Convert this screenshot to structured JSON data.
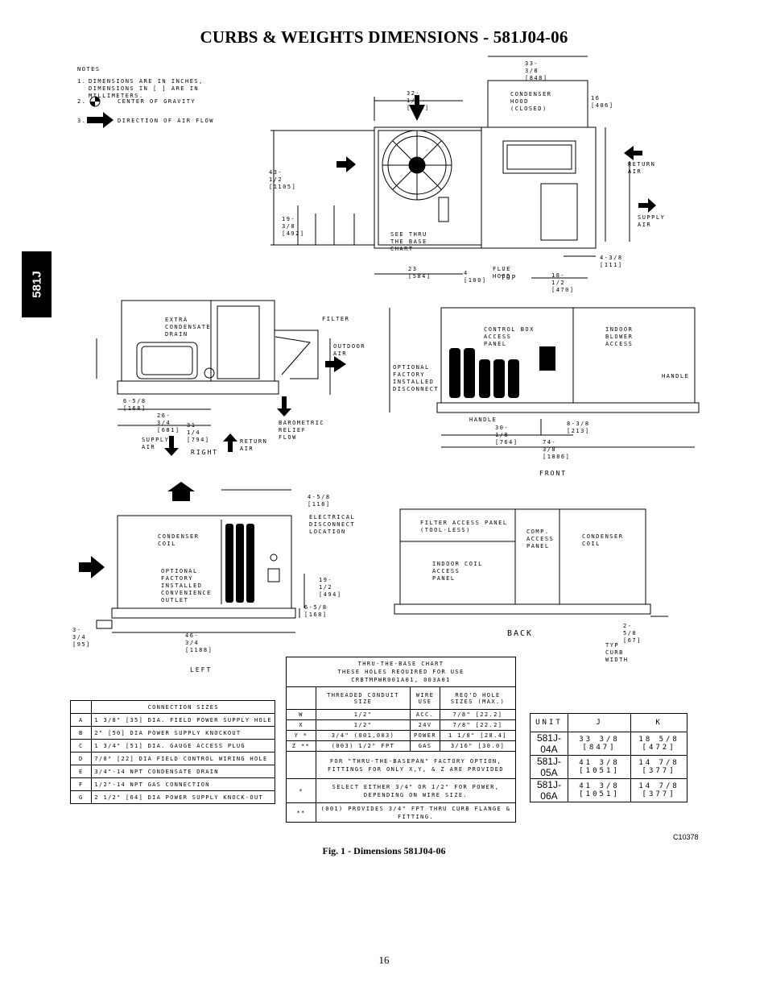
{
  "page": {
    "title": "CURBS & WEIGHTS DIMENSIONS - 581J04-06",
    "side_tab": "581J",
    "figure_caption": "Fig. 1 - Dimensions 581J04-06",
    "figure_code": "C10378",
    "page_number": "16"
  },
  "notes": {
    "heading": "NOTES",
    "n1_num": "1.",
    "n1_text": "DIMENSIONS ARE IN INCHES, DIMENSIONS IN [ ] ARE IN MILLIMETERS.",
    "n2_num": "2.",
    "n2_text": "CENTER OF GRAVITY",
    "n3_num": "3.",
    "n3_text": "DIRECTION OF AIR FLOW"
  },
  "top_view": {
    "dim_top_right": "33-3/8 [848]",
    "dim_top_left": "32-1/2 [826]",
    "condenser_hood": "CONDENSER HOOD (CLOSED)",
    "hood_height": "16 [406]",
    "return_air": "RETURN AIR",
    "supply_air": "SUPPLY AIR",
    "dim_left_1": "43-1/2 [1105]",
    "dim_left_2": "19-3/8 [492]",
    "see_chart": "SEE THRU THE BASE CHART",
    "flue_hood": "FLUE HOOD",
    "dim_bottom": "23 [584]",
    "dim_bottom_2": "4 [100]",
    "dim_right_1": "4-3/8 [111]",
    "dim_right_2": "18-1/2 [470]",
    "label": "TOP"
  },
  "right_view": {
    "filter": "FILTER",
    "outdoor_air": "OUTDOOR AIR",
    "return_air_label": "RETURN AIR",
    "supply_air_label": "SUPPLY AIR",
    "barometric_relief": "BAROMETRIC RELIEF FLOW",
    "extra_condensate": "EXTRA CONDENSATE DRAIN",
    "dim_1": "6-5/8 [168]",
    "dim_2": "26-3/4 [681]",
    "dim_3": "31-1/4 [794]",
    "label": "RIGHT"
  },
  "front_view": {
    "control_box": "CONTROL BOX ACCESS PANEL",
    "indoor_blower": "INDOOR BLOWER ACCESS",
    "optional_disconnect": "OPTIONAL FACTORY INSTALLED DISCONNECT",
    "handle_1": "HANDLE",
    "handle_2": "HANDLE",
    "dim_1": "30-1/8 [764]",
    "dim_2": "74-3/8 [1886]",
    "dim_3": "8-3/8 [213]",
    "label": "FRONT"
  },
  "left_view": {
    "condenser_coil": "CONDENSER COIL",
    "optional_outlet": "OPTIONAL FACTORY INSTALLED CONVENIENCE OUTLET",
    "electrical_disconnect": "ELECTRICAL DISCONNECT LOCATION",
    "dim_1": "4-5/8 [118]",
    "dim_2": "19-1/2 [494]",
    "dim_3": "6-5/8 [168]",
    "dim_4": "46-3/4 [1188]",
    "dim_5": "3-3/4 [95]",
    "label": "LEFT"
  },
  "back_view": {
    "filter_access": "FILTER ACCESS PANEL (TOOL-LESS)",
    "comp_access": "COMP. ACCESS PANEL",
    "condenser_coil": "CONDENSER COIL",
    "indoor_coil": "INDOOR COIL ACCESS PANEL",
    "curb_dim": "2-5/8 [67]",
    "curb_note": "TYP CURB WIDTH",
    "label": "BACK"
  },
  "connection_sizes": {
    "heading": "CONNECTION SIZES",
    "rows": [
      {
        "key": "A",
        "desc": "1 3/8\" [35] DIA. FIELD POWER SUPPLY HOLE"
      },
      {
        "key": "B",
        "desc": "2\" [50] DIA POWER SUPPLY KNOCKOUT"
      },
      {
        "key": "C",
        "desc": "1 3/4\" [51] DIA. GAUGE ACCESS PLUG"
      },
      {
        "key": "D",
        "desc": "7/8\" [22] DIA FIELD CONTROL WIRING HOLE"
      },
      {
        "key": "E",
        "desc": "3/4\"-14 NPT CONDENSATE DRAIN"
      },
      {
        "key": "F",
        "desc": "1/2\"-14 NPT GAS CONNECTION"
      },
      {
        "key": "G",
        "desc": "2 1/2\" [64] DIA POWER SUPPLY KNOCK-OUT"
      }
    ]
  },
  "thru_base_chart": {
    "title_1": "THRU-THE-BASE CHART",
    "title_2": "THESE HOLES REQUIRED FOR USE",
    "title_3": "CRBTMPWR001A01, 003A01",
    "col_conduit": "THREADED CONDUIT SIZE",
    "col_wire": "WIRE USE",
    "col_hole": "REQ'D HOLE SIZES (MAX.)",
    "rows": [
      {
        "key": "W",
        "conduit": "1/2\"",
        "wire": "ACC.",
        "hole": "7/8\" [22.2]"
      },
      {
        "key": "X",
        "conduit": "1/2\"",
        "wire": "24V",
        "hole": "7/8\" [22.2]"
      },
      {
        "key": "Y *",
        "conduit": "3/4\" (001,003)",
        "wire": "POWER",
        "hole": "1 1/8\" [28.4]"
      },
      {
        "key": "Z **",
        "conduit": "(003) 1/2\" FPT",
        "wire": "GAS",
        "hole": "3/16\" [30.0]"
      }
    ],
    "note_basepan": "FOR \"THRU-THE-BASEPAN\" FACTORY OPTION, FITTINGS FOR ONLY X,Y, & Z ARE PROVIDED",
    "note_1_key": "*",
    "note_1": "SELECT EITHER 3/4\" OR 1/2\" FOR POWER, DEPENDING ON WIRE SIZE.",
    "note_2_key": "**",
    "note_2": "(001) PROVIDES 3/4\" FPT THRU CURB FLANGE & FITTING."
  },
  "unit_table": {
    "col_unit": "UNIT",
    "col_j": "J",
    "col_k": "K",
    "rows": [
      {
        "unit": "581J-04A",
        "j": "33 3/8 [847]",
        "k": "18 5/8 [472]"
      },
      {
        "unit": "581J-05A",
        "j": "41 3/8 [1051]",
        "k": "14 7/8 [377]"
      },
      {
        "unit": "581J-06A",
        "j": "41 3/8 [1051]",
        "k": "14 7/8 [377]"
      }
    ]
  }
}
